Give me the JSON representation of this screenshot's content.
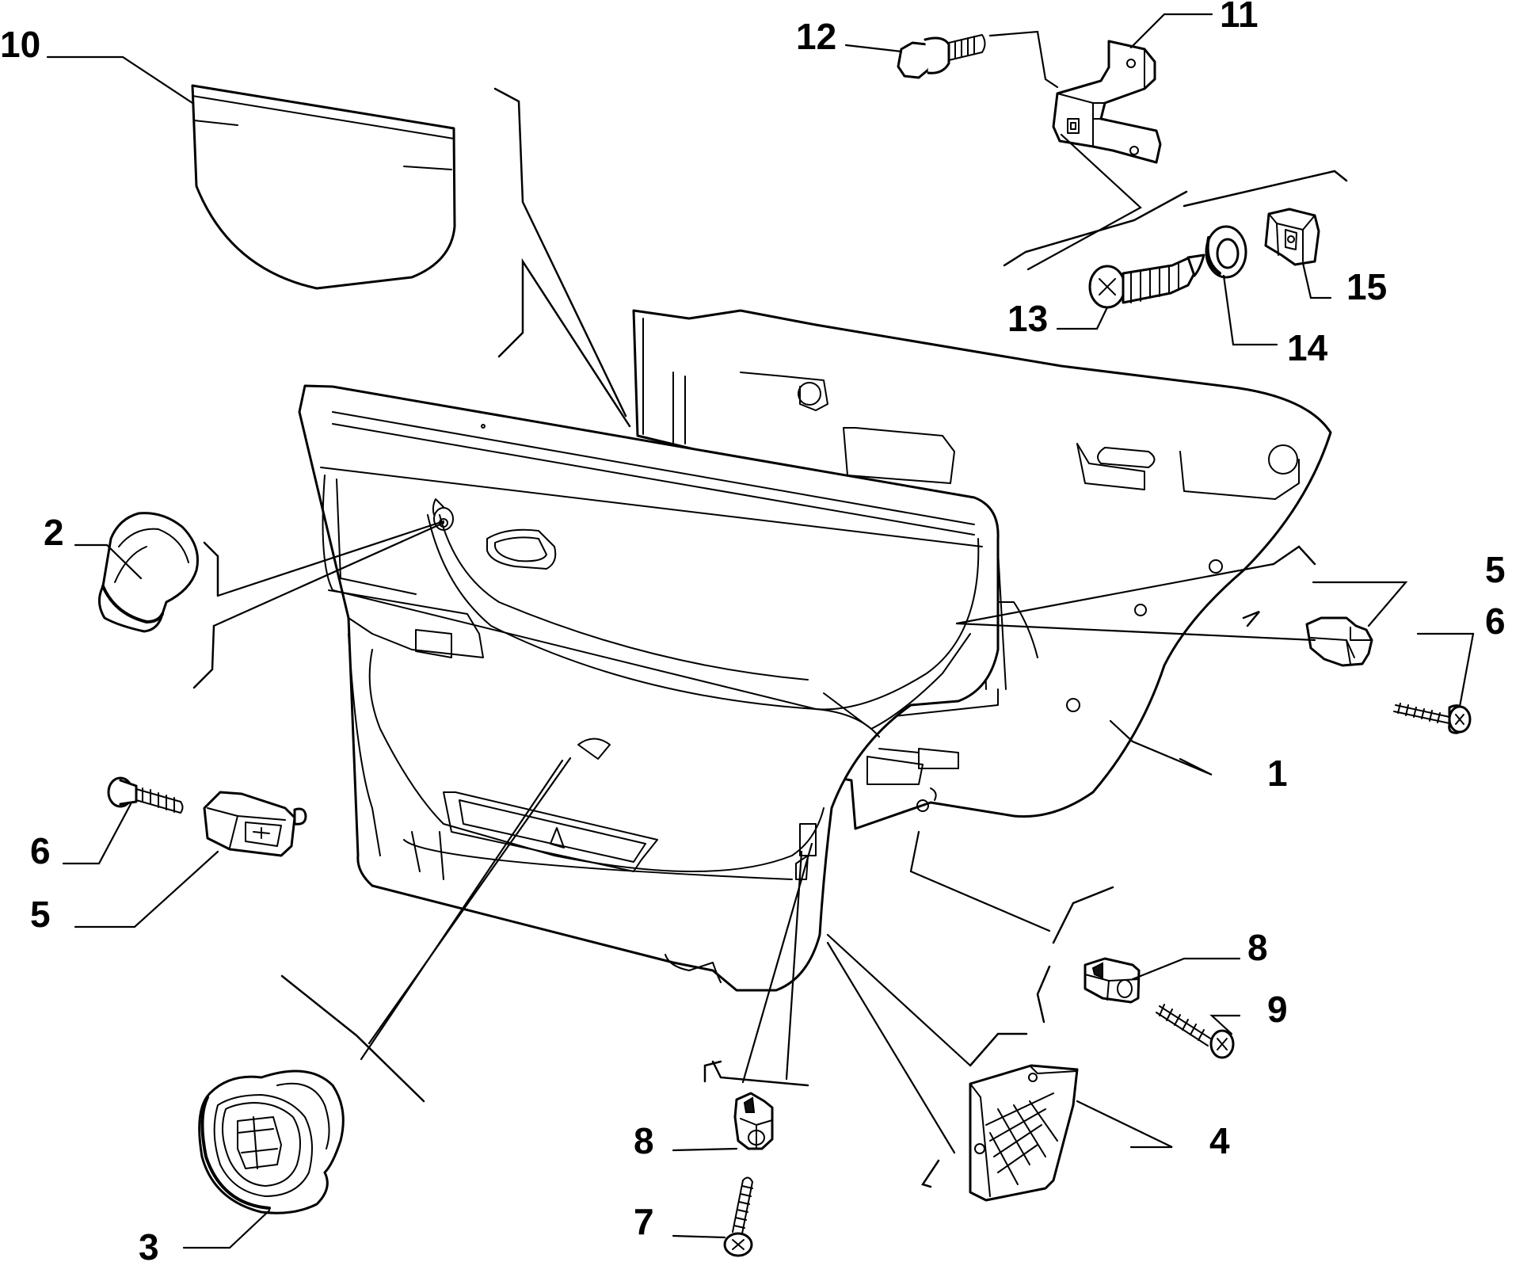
{
  "diagram": {
    "background_color": "#ffffff",
    "line_color": "#000000",
    "callouts": {
      "c1": "1",
      "c2": "2",
      "c3": "3",
      "c4": "4",
      "c5_right": "5",
      "c5_left": "5",
      "c6_right": "6",
      "c6_left": "6",
      "c7": "7",
      "c8_bottom": "8",
      "c8_right": "8",
      "c9": "9",
      "c10": "10",
      "c11": "11",
      "c12": "12",
      "c13": "13",
      "c14": "14",
      "c15": "15"
    }
  }
}
